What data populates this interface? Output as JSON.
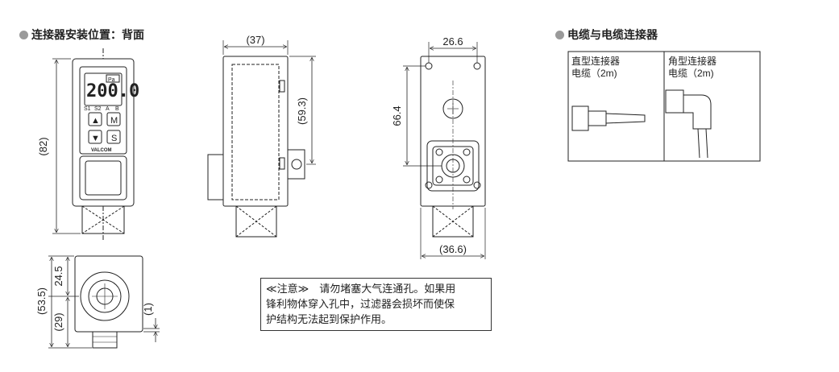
{
  "headings": {
    "mounting": "连接器安装位置：背面",
    "cables": "电缆与电缆连接器"
  },
  "device": {
    "display_value": "200.0",
    "unit_badge": "Pa",
    "indicators": [
      "S1",
      "S2",
      "A",
      "B"
    ],
    "buttons": {
      "up": "▲",
      "down": "▼",
      "mode": "M",
      "set": "S"
    },
    "brand": "VALCOM"
  },
  "dimensions": {
    "front_height": "(82)",
    "side_width": "(37)",
    "side_port": "(59.3)",
    "back_top_width": "26.6",
    "back_port_height": "66.4",
    "back_bottom_width": "(36.6)",
    "top_total": "(53.5)",
    "top_upper": "24.5",
    "top_lower": "(29)",
    "top_small": "(1)"
  },
  "cables": {
    "straight": {
      "title": "直型连接器",
      "cable": "电缆（2m)"
    },
    "angled": {
      "title": "角型连接器",
      "cable": "电缆（2m)"
    }
  },
  "notice": {
    "lines": [
      "≪注意≫　请勿堵塞大气连通孔。如果用",
      "锋利物体穿入孔中，过滤器会损坏而使保",
      "护结构无法起到保护作用。"
    ]
  }
}
